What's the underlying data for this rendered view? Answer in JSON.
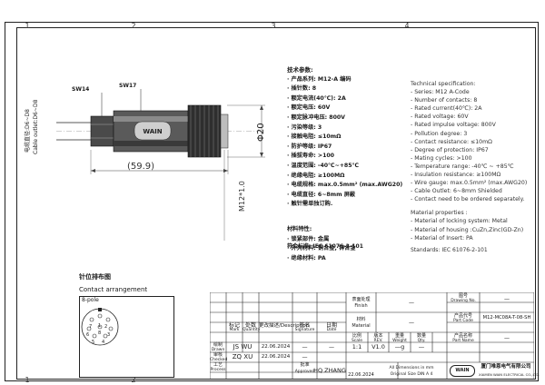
{
  "zones": {
    "top": [
      "1",
      "2",
      "3",
      "4"
    ],
    "bottom": [
      "1",
      "2",
      "3",
      "4"
    ]
  },
  "drawing": {
    "sw14": "SW14",
    "sw17": "SW17",
    "cable_cn": "电缆直径:D6~D8",
    "cable_en": "Cable outlet:D6~D8",
    "phi20": "Φ20",
    "length": "(59.9)",
    "thread": "M12*1.0",
    "brand": "WAIN"
  },
  "spec_cn": {
    "title": "技术参数:",
    "lines": [
      "· 产品系列: M12-A 编码",
      "· 插针数:        8",
      "· 额定电流(40℃):  2A",
      "· 额定电压:         60V",
      "· 额定脉冲电压:     800V",
      "· 污染等级: 3",
      "· 接触电阻: ≤10mΩ",
      "· 防护等级: IP67",
      "· 插拔寿命: >100",
      "· 温度范围: -40℃~+85℃",
      "· 绝缘电阻: ≥100MΩ",
      "· 电缆规格: max.0.5mm² (max.AWG20)",
      "· 电缆直径: 6~8mm 屏蔽",
      "· 触针需单独订购."
    ]
  },
  "spec_en": {
    "title": "Technical specification:",
    "lines": [
      "- Series: M12 A-Code",
      "- Number of contacts:  8",
      "- Rated current(40℃):  2A",
      "- Rated voltage:          60V",
      "- Rated impulse voltage: 800V",
      "- Pollution degree: 3",
      "- Contact resistance: ≤10mΩ",
      "- Degree of protection: IP67",
      "- Mating cycles: >100",
      "- Temperature range:  -40℃ ~ +85℃",
      "- Insulation resistance: ≥100MΩ",
      "- Wire gauge: max.0.5mm² (max.AWG20)",
      "- Cable Outlet: 6~8mm Shielded",
      "- Contact need to be ordered separately."
    ]
  },
  "material_cn": {
    "title": "材料特性:",
    "lines": [
      "· 锁紧部件: 金属",
      "· 外壳材料: 铜合金, 锌合金",
      "· 绝缘材料: PA"
    ]
  },
  "material_en": {
    "title": "Material properties :",
    "lines": [
      "- Material of locking system: Metal",
      "- Material of housing :CuZn,Zinc(GD-Zn)",
      "- Material of Insert: PA"
    ]
  },
  "standards_cn": "符合标准: IEC 61076-2-101",
  "standards_en": "Standards: IEC 61076-2-101",
  "pin": {
    "title_cn": "针位排布图",
    "title_en": "Contact arrangement",
    "pole": "8-pole",
    "numbers": [
      "1",
      "2",
      "3",
      "4",
      "5",
      "6",
      "7",
      "8"
    ]
  },
  "title_block": {
    "surface_cn": "表面处理",
    "surface_en": "Finish",
    "material_cn": "材料",
    "material_en": "Material",
    "drawing_no_cn": "图号",
    "drawing_no_en": "Drawing No.",
    "drawing_no": "—",
    "part_code_cn": "产品代号",
    "part_code_en": "Part Code",
    "part_code": "M12-MC08A-T-08-SH",
    "part_name_cn": "产品名称",
    "part_name_en": "Part Name",
    "part_name": "—",
    "scale_cn": "比例",
    "scale_en": "Scale",
    "scale": "1:1",
    "rev_cn": "版本",
    "rev_en": "REV.",
    "rev": "V1.0",
    "weight_cn": "重量",
    "weight_en": "Weight",
    "weight": "—g",
    "qty_cn": "数量",
    "qty_en": "Qty.",
    "qty": "—",
    "dim_note_1": "All Dimensions in mm",
    "dim_note_2": "Original Size DIN A 4",
    "company_cn": "厦门唯恩电气有限公司",
    "company_en": "XIAMEN WAIN ELECTRICAL CO.,LTD.",
    "logo": "WAIN",
    "dash": "—",
    "header": {
      "mark_cn": "标记",
      "mark_en": "Mark",
      "count_cn": "处数",
      "count_en": "Quantity",
      "desc_cn": "更改描述",
      "desc_en": "Description",
      "sign_cn": "签名",
      "sign_en": "Signature",
      "date_cn": "日期",
      "date_en": "Date"
    },
    "rows": [
      {
        "cn": "绘制",
        "en": "Drawn",
        "name": "JS WU",
        "date": "22.06.2024"
      },
      {
        "cn": "审核",
        "en": "Checked",
        "name": "ZQ XU",
        "date": "22.06.2024"
      },
      {
        "cn": "工艺",
        "en": "Process",
        "name": "",
        "date": ""
      }
    ],
    "approved_cn": "批准",
    "approved_en": "Approved",
    "approved_name": "HQ ZHANG",
    "approved_date": "22.06.2024"
  }
}
